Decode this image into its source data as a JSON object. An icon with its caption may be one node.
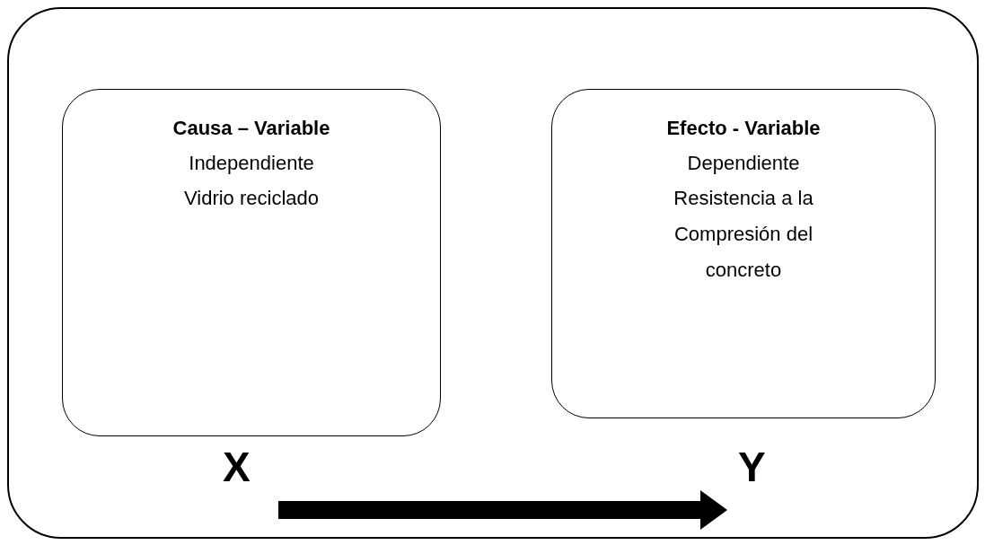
{
  "diagram": {
    "nodes": [
      {
        "text": [],
        "shape": "box"
      },
      {
        "text": [
          "Causa – Variable",
          "Independiente",
          "Vidrio reciclado"
        ],
        "in": 0
      },
      {
        "text": [
          "Efecto - Variable",
          "Dependiente",
          "Resistencia a la Compresión del concreto"
        ],
        "in": 0
      },
      {
        "text": [
          "X"
        ],
        "in": 0
      },
      {
        "text": [
          "Y"
        ],
        "in": 0
      }
    ],
    "edges": [
      {
        "from": 3,
        "to": 4,
        "arrow": "to"
      }
    ]
  }
}
